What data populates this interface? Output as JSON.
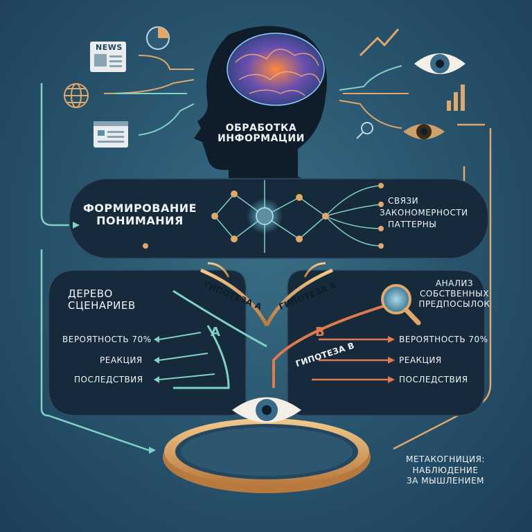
{
  "head": {
    "title_line1": "ОБРАБОТКА",
    "title_line2": "ИНФОРМАЦИИ"
  },
  "understanding": {
    "title_line1": "ФОРМИРОВАНИЕ",
    "title_line2": "ПОНИМАНИЯ"
  },
  "patterns": [
    "СВЯЗИ",
    "ЗАКОНОМЕРНОСТИ",
    "ПАТТЕРНЫ"
  ],
  "scenarios": {
    "title_line1": "ДЕРЕВО",
    "title_line2": "СЦЕНАРИЕВ"
  },
  "hypotheses": {
    "a": "ГИПОТЕЗА А",
    "b": "ГИПОТЕЗА Б",
    "v": "ГИПОТЕЗА В"
  },
  "branch_letters": {
    "a": "A",
    "b": "B"
  },
  "left_outcomes": [
    "ВЕРОЯТНОСТЬ 70%",
    "РЕАКЦИЯ",
    "ПОСЛЕДСТВИЯ"
  ],
  "right_outcomes": [
    "ВЕРОЯТНОСТЬ 70%",
    "РЕАКЦИЯ",
    "ПОСЛЕДСТВИЯ"
  ],
  "bias": [
    "АНАЛИЗ",
    "СОБСТВЕННЫХ",
    "ПРЕДПОСЫЛОК"
  ],
  "metacognition": [
    "МЕТАКОГНИЦИЯ:",
    "НАБЛЮДЕНИЕ",
    "ЗА МЫШЛЕНИЕМ"
  ],
  "news_icon_text": "NEWS",
  "colors": {
    "teal": "#7fd3c4",
    "gold": "#e0a86a",
    "orange": "#e07a4f",
    "panel": "#172c3e",
    "bg": "#2a5670"
  }
}
